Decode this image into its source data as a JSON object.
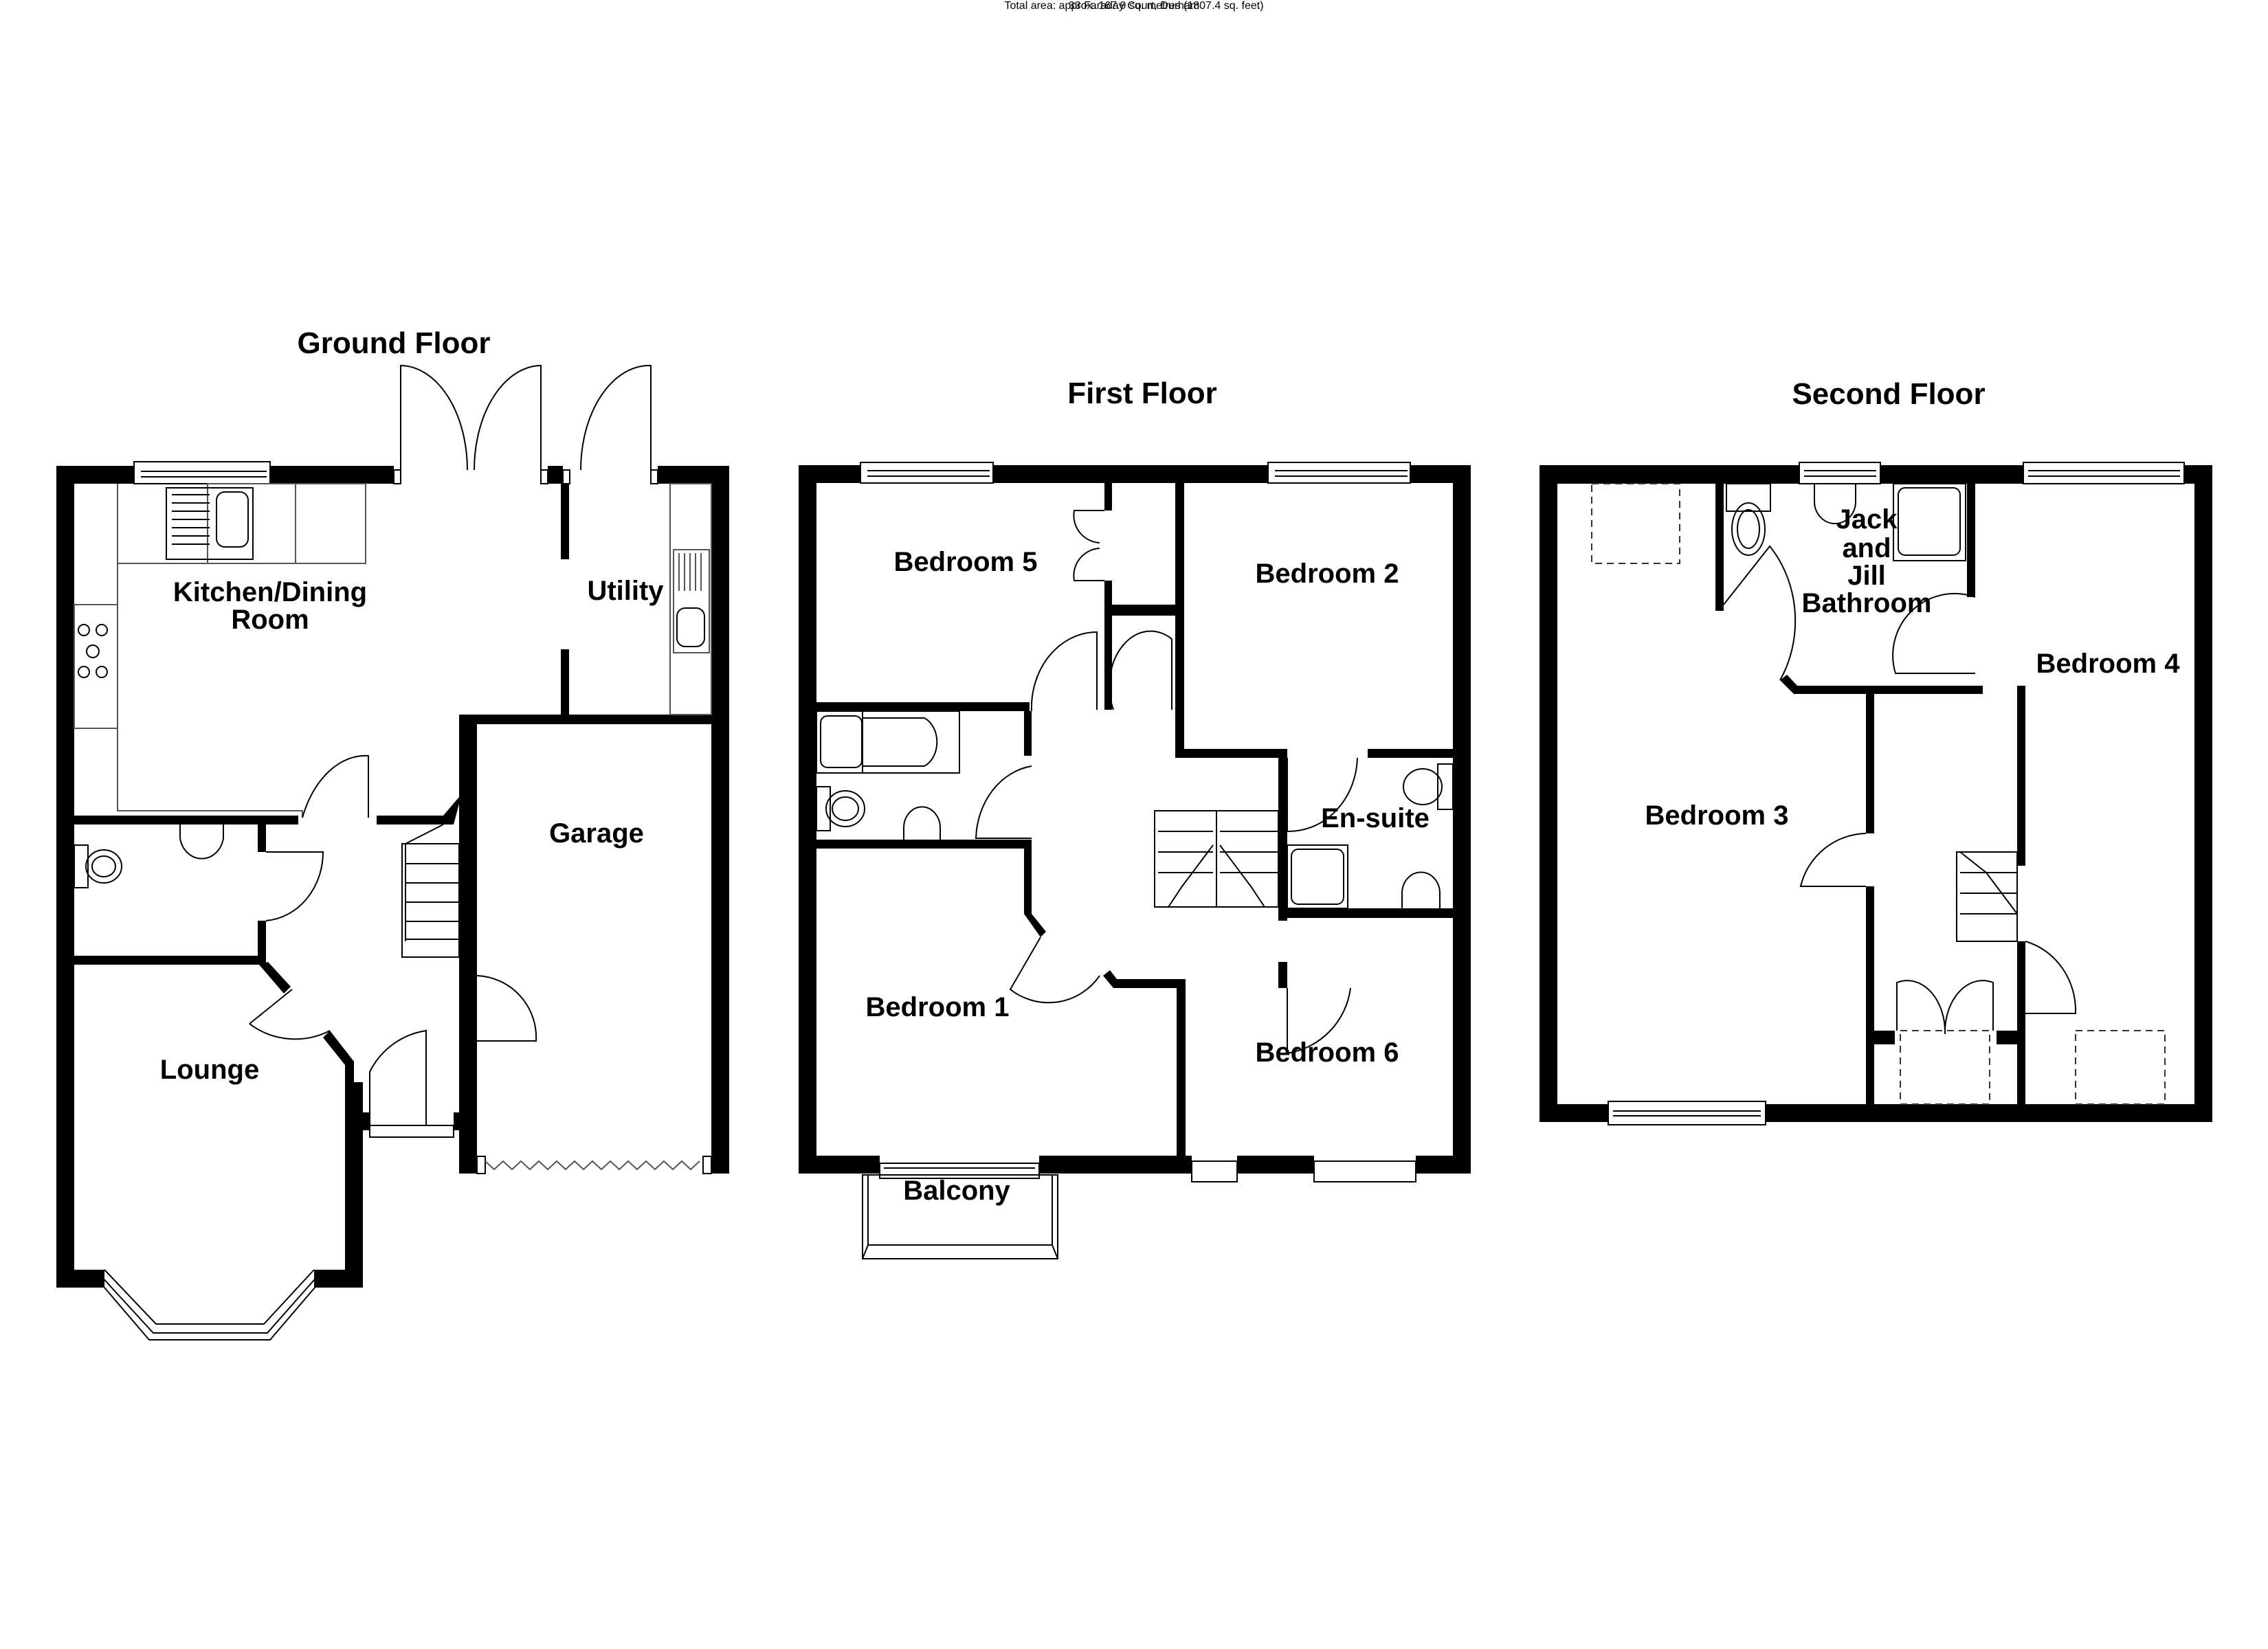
{
  "floors": {
    "ground": {
      "title": "Ground Floor",
      "rooms": {
        "kitchen_line1": "Kitchen/Dining",
        "kitchen_line2": "Room",
        "utility": "Utility",
        "garage": "Garage",
        "lounge": "Lounge"
      }
    },
    "first": {
      "title": "First Floor",
      "rooms": {
        "bedroom5": "Bedroom 5",
        "bedroom2": "Bedroom 2",
        "ensuite": "En-suite",
        "bedroom1": "Bedroom 1",
        "bedroom6": "Bedroom 6",
        "balcony": "Balcony"
      }
    },
    "second": {
      "title": "Second Floor",
      "rooms": {
        "jj_line1": "Jack",
        "jj_line2": "and",
        "jj_line3": "Jill",
        "jj_line4": "Bathroom",
        "bedroom4": "Bedroom 4",
        "bedroom3": "Bedroom 3"
      }
    }
  },
  "footer": {
    "total_area": "Total area: approx. 167.9 sq. metres (1807.4 sq. feet)",
    "address": "33 Faraday Court, Durham"
  },
  "colors": {
    "wall": "#000000",
    "background": "#ffffff"
  }
}
